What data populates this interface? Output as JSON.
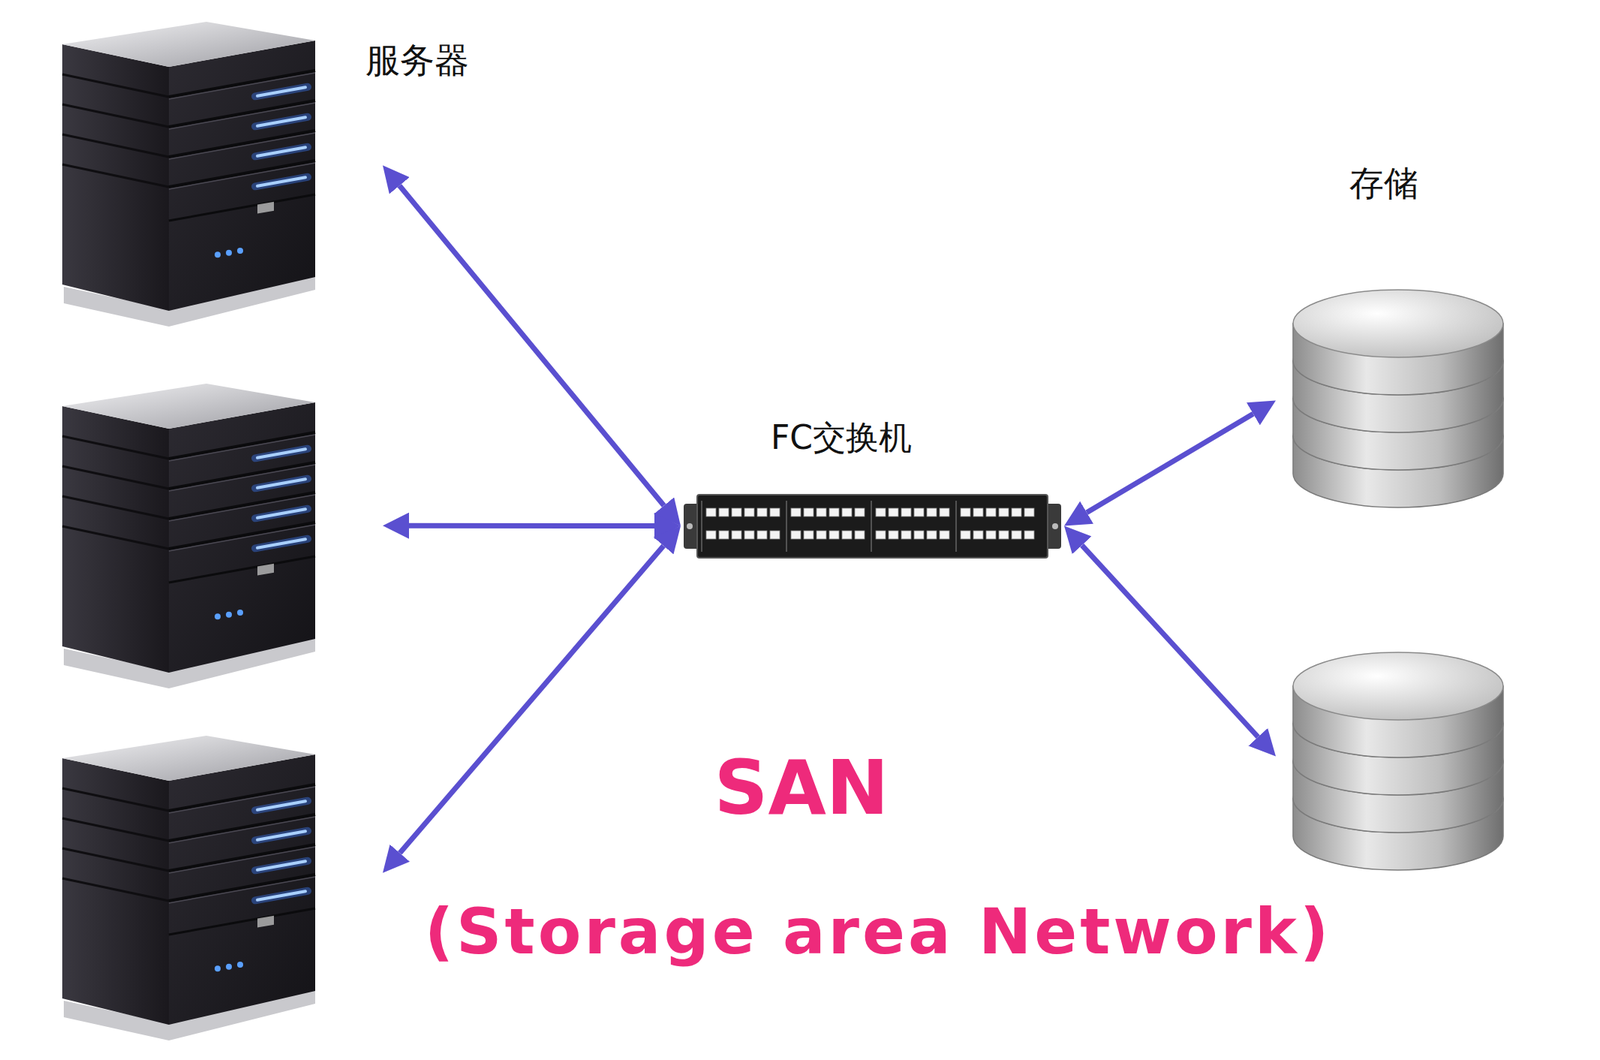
{
  "diagram": {
    "nodes": [
      {
        "text": [
          "服务器"
        ]
      },
      {
        "text": []
      },
      {
        "text": []
      },
      {
        "text": [
          "FC交换机"
        ]
      },
      {
        "text": [
          "存储"
        ]
      },
      {
        "text": []
      }
    ],
    "edges": [
      {
        "from": 3,
        "to": 0,
        "arrow": "both"
      },
      {
        "from": 3,
        "to": 1,
        "arrow": "both"
      },
      {
        "from": 3,
        "to": 2,
        "arrow": "both"
      },
      {
        "from": 3,
        "to": 4,
        "arrow": "both"
      },
      {
        "from": 3,
        "to": 5,
        "arrow": "both"
      }
    ],
    "labels": [
      "SAN",
      "(Storage area Network)"
    ]
  }
}
